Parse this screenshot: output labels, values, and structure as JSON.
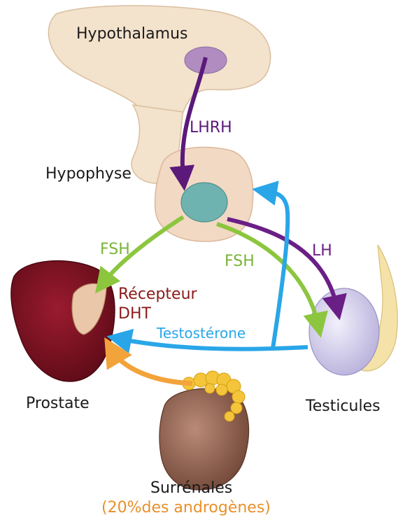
{
  "labels": {
    "hypothalamus": "Hypothalamus",
    "lhrh": "LHRH",
    "hypophyse": "Hypophyse",
    "fsh_left": "FSH",
    "fsh_right": "FSH",
    "lh": "LH",
    "recepteur": "Récepteur",
    "dht": "DHT",
    "testosterone": "Testostérone",
    "prostate": "Prostate",
    "testicules": "Testicules",
    "surrenales": "Surrénales",
    "androgenes": "(20%des androgènes)"
  },
  "colors": {
    "lhrh": "#5b1a7a",
    "lh": "#6a1f86",
    "fsh": "#8cc63f",
    "testosterone": "#2aa6e8",
    "adrenal_arrow": "#f2a33a",
    "recepteur_text": "#8b1a1a",
    "androgenes_text": "#e8902a",
    "prostate": "#7a1020",
    "testicle": "#d8d4ee",
    "pituitary_node": "#6fb3b0",
    "hypothalamus_node": "#b08cc0",
    "brain_tissue": "#f3e2cc"
  }
}
